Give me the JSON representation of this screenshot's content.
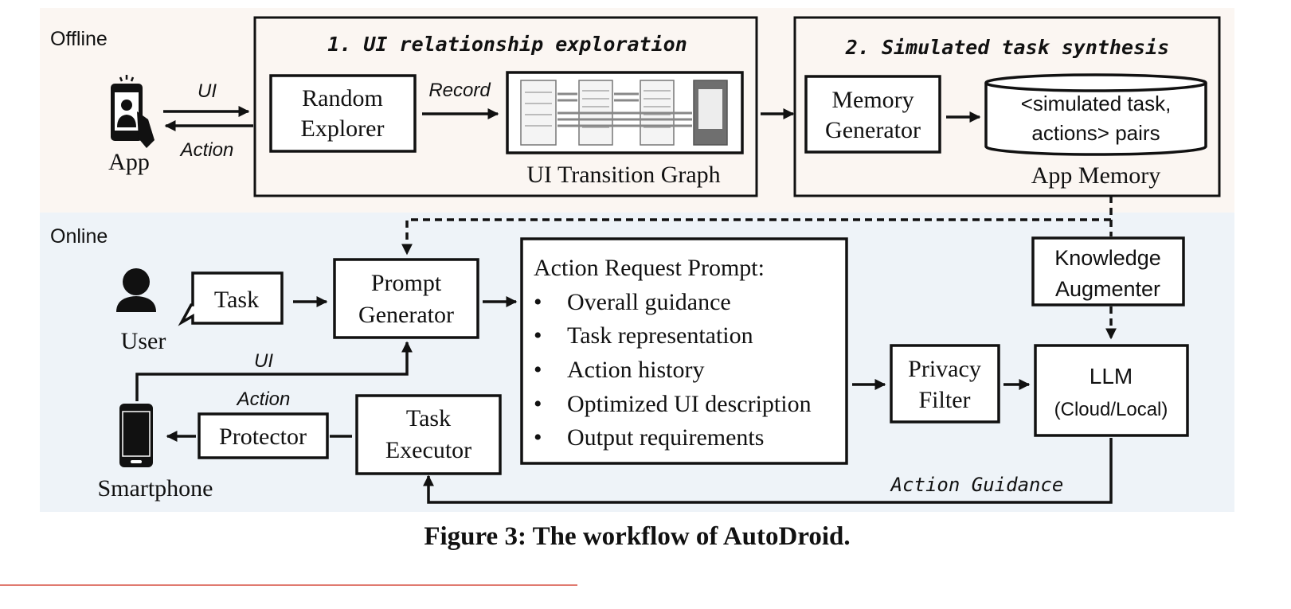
{
  "sections": {
    "offline": "Offline",
    "online": "Online"
  },
  "offline": {
    "app_label": "App",
    "edge_ui": "UI",
    "edge_action": "Action",
    "stage1_title": "1. UI relationship exploration",
    "random_explorer": [
      "Random",
      "Explorer"
    ],
    "edge_record": "Record",
    "ui_graph_label": "UI Transition Graph",
    "stage2_title": "2. Simulated task synthesis",
    "memory_generator": [
      "Memory",
      "Generator"
    ],
    "memory_store": [
      "<simulated task,",
      "actions> pairs"
    ],
    "app_memory_label": "App Memory"
  },
  "online": {
    "user_label": "User",
    "task": "Task",
    "prompt_generator": [
      "Prompt",
      "Generator"
    ],
    "prompt_box": {
      "title": "Action Request Prompt:",
      "bullets": [
        "Overall guidance",
        "Task representation",
        "Action history",
        "Optimized UI description",
        "Output requirements"
      ]
    },
    "knowledge_augmenter": [
      "Knowledge",
      "Augmenter"
    ],
    "privacy_filter": [
      "Privacy",
      "Filter"
    ],
    "llm": [
      "LLM",
      "(Cloud/Local)"
    ],
    "edge_ui": "UI",
    "edge_action": "Action",
    "smartphone_label": "Smartphone",
    "protector": "Protector",
    "task_executor": [
      "Task",
      "Executor"
    ],
    "action_guidance": "Action Guidance"
  },
  "caption": "Figure 3: The workflow of AutoDroid.",
  "colors": {
    "offline_bg": "#fbf6f2",
    "online_bg": "#eef3f8",
    "ink": "#111111"
  },
  "icons": [
    "app-phone-icon",
    "user-icon",
    "smartphone-icon",
    "ui-screenshot-thumbnails"
  ]
}
